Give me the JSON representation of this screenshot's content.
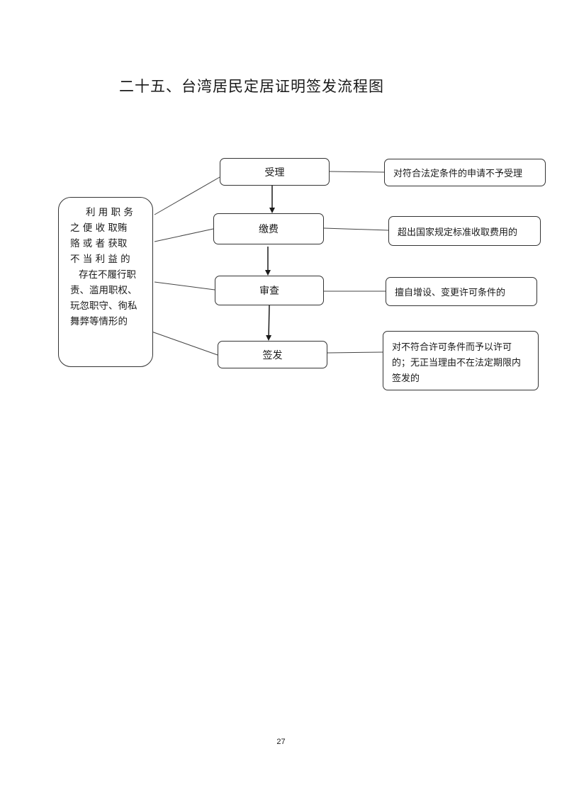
{
  "title": "二十五、台湾居民定居证明签发流程图",
  "steps": [
    "受理",
    "缴费",
    "审查",
    "签发"
  ],
  "risks": [
    "对符合法定条件的申请不予受理",
    "超出国家规定标准收取费用的",
    "擅自增设、变更许可条件的",
    "对不符合许可条件而予以许可的；无正当理由不在法定期限内签发的"
  ],
  "left_note": {
    "lines": [
      "利 用 职 务",
      "之 便 收 取贿",
      "赂 或 者 获取",
      "不 当 利 益 的",
      "存在不履行职",
      "责、滥用职权、",
      "玩忽职守、徇私",
      "舞弊等情形的"
    ]
  },
  "page_number": "27"
}
